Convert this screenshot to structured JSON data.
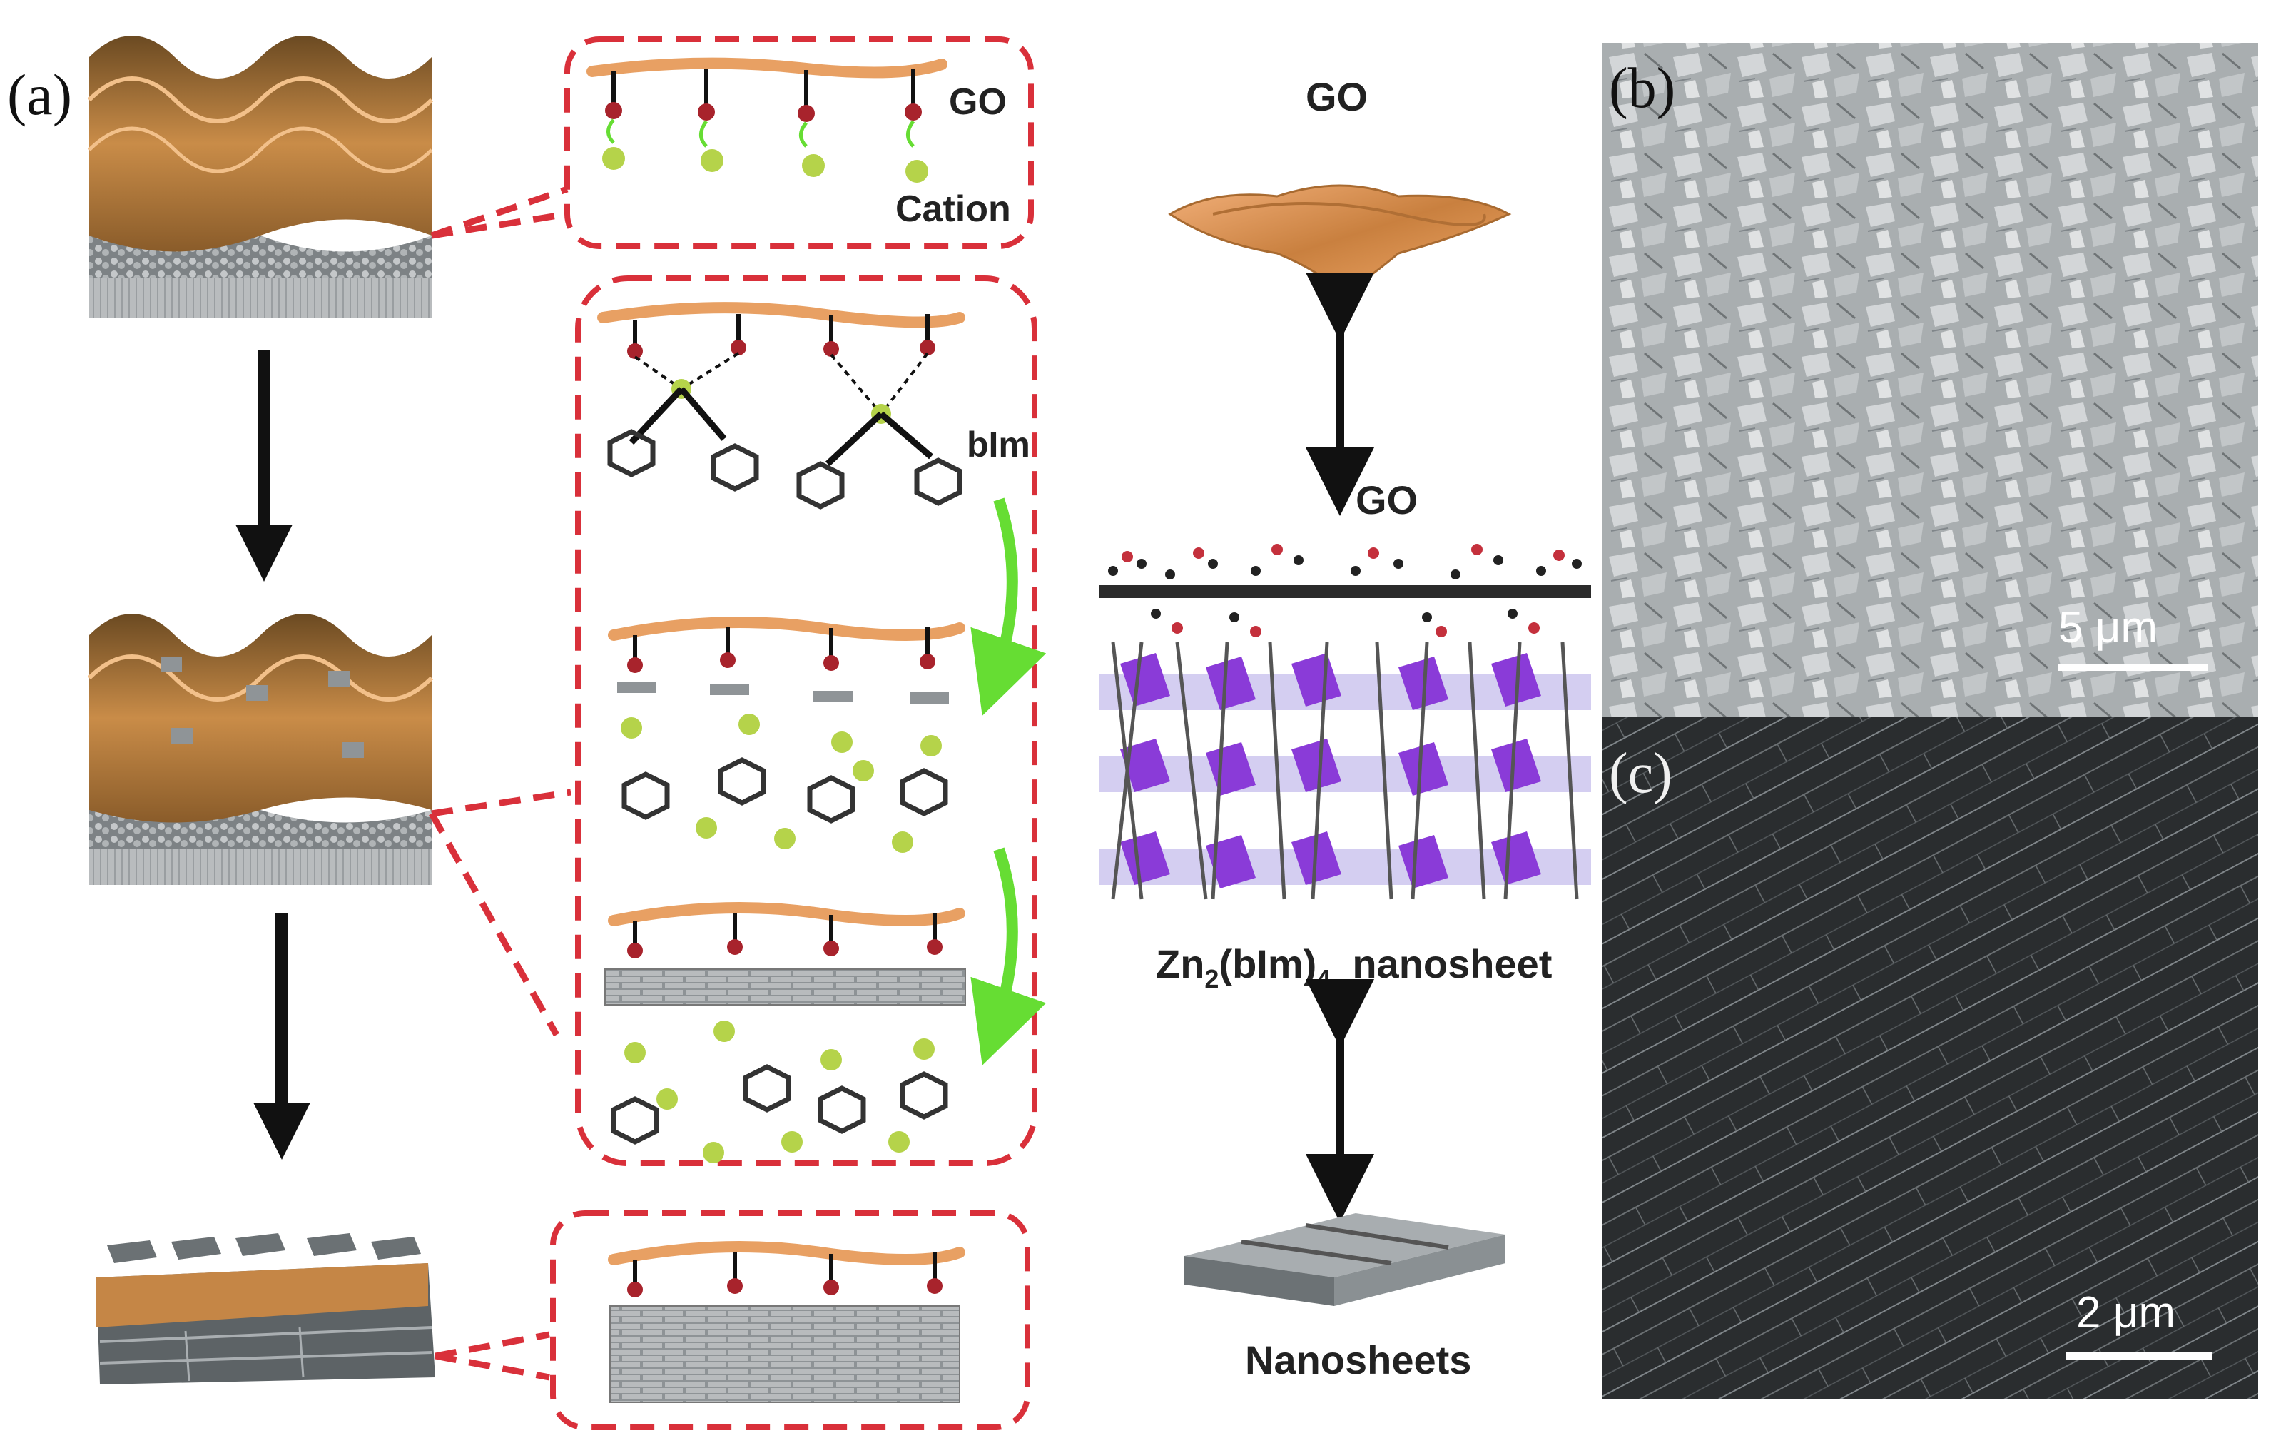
{
  "panels": {
    "a": "(a)",
    "b": "(b)",
    "c": "(c)"
  },
  "labels": {
    "go_top": "GO",
    "cation": "Cation",
    "blm": "bIm",
    "go_right_top": "GO",
    "go_right_mid": "GO",
    "nanosheet_prefix": "Zn",
    "nanosheet_sub1": "2",
    "nanosheet_mid": "(bIm)",
    "nanosheet_sub2": "4",
    "nanosheet_suffix": "nanosheet",
    "nanosheets": "Nanosheets"
  },
  "scalebars": {
    "b": "5 μm",
    "c": "2 μm"
  },
  "colors": {
    "go_orange": "#e8a063",
    "red_dash": "#d9303a",
    "oxygen_red": "#a8232c",
    "cation_green": "#b5d34a",
    "arrow_green": "#66dd33",
    "purple": "#8a3bd8",
    "sem_b": "#a9aeb0",
    "sem_c": "#2a2d2f"
  }
}
